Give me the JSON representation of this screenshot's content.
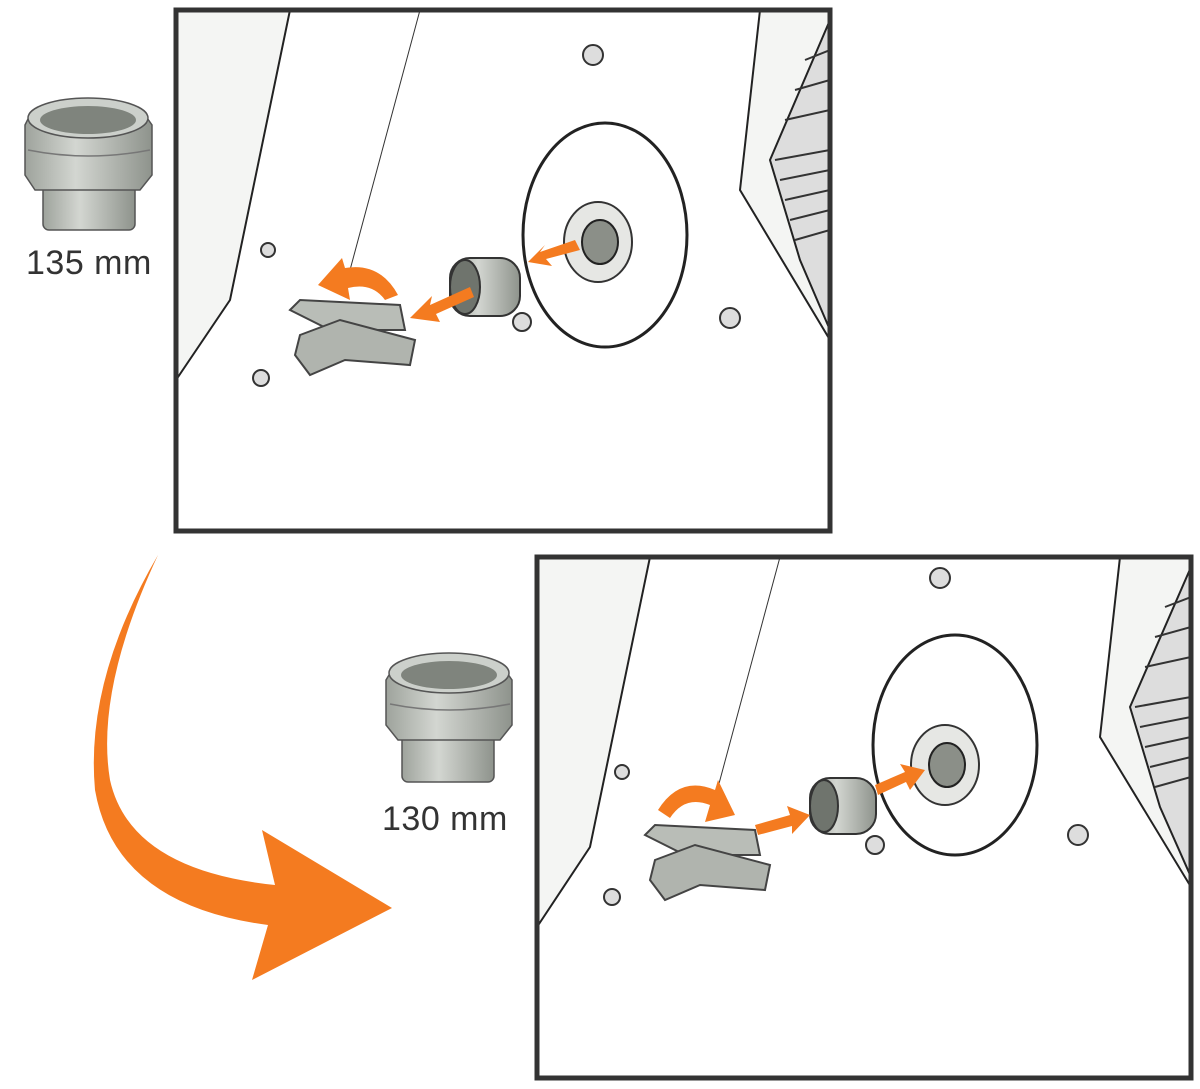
{
  "labels": {
    "before_size": "135 mm",
    "after_size": "130 mm"
  },
  "colors": {
    "arrow": "#f47b20",
    "frame": "#333333",
    "part": "#b9bdb7",
    "machine": "#ffffff"
  },
  "panels": [
    {
      "name": "step-remove-135mm-adapter"
    },
    {
      "name": "step-install-130mm-adapter"
    }
  ]
}
